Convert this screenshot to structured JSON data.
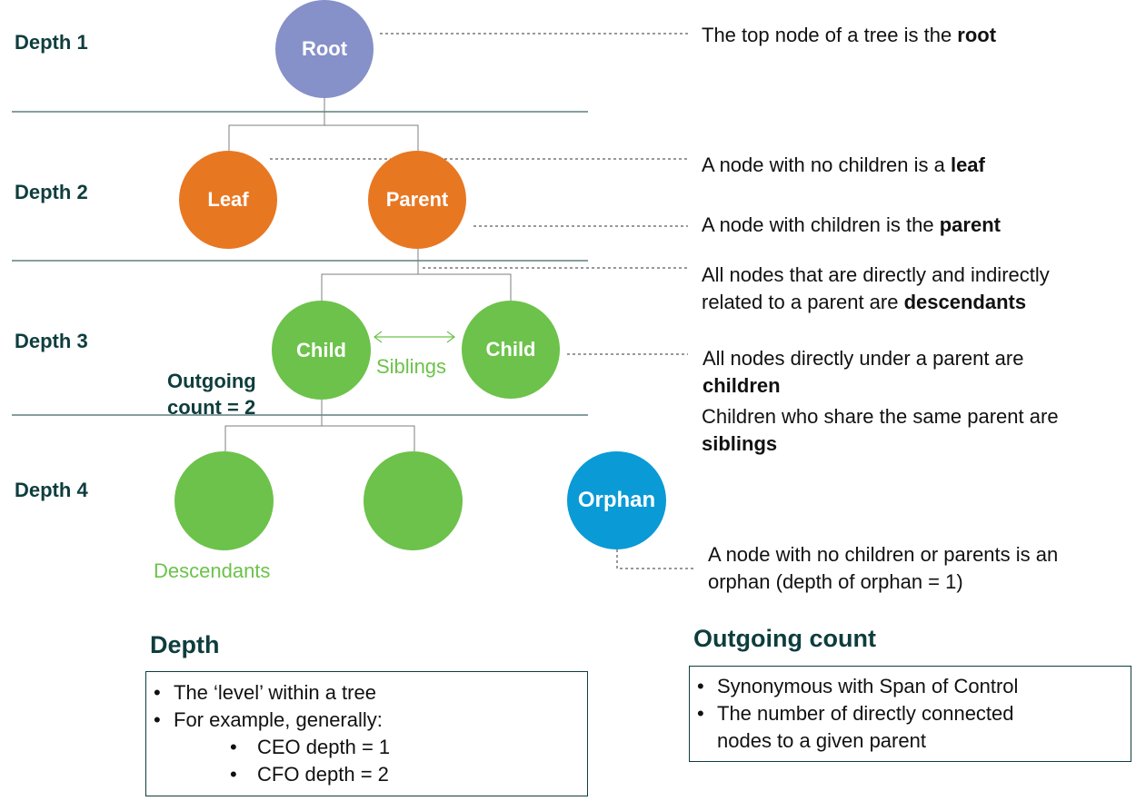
{
  "colors": {
    "root": "#8690c9",
    "orange": "#e87722",
    "green": "#6cc24a",
    "orphan": "#0a9ad6",
    "dark_teal": "#0f3d3e"
  },
  "depth_labels": [
    "Depth 1",
    "Depth 2",
    "Depth 3",
    "Depth 4"
  ],
  "nodes": {
    "root": "Root",
    "leaf": "Leaf",
    "parent": "Parent",
    "child_left": "Child",
    "child_right": "Child",
    "orphan": "Orphan"
  },
  "annotations": {
    "siblings": "Siblings",
    "outgoing_count_line1": "Outgoing",
    "outgoing_count_line2": "count = 2",
    "descendants": "Descendants"
  },
  "descriptions": {
    "root": {
      "text": "The top node of a tree is the ",
      "bold": "root"
    },
    "leaf": {
      "text": "A node with no children is a ",
      "bold": "leaf"
    },
    "parent": {
      "text": "A node with children is the ",
      "bold": "parent"
    },
    "descendants": {
      "line1": "All nodes that are directly and indirectly",
      "text": "related to a parent are ",
      "bold": "descendants"
    },
    "children": {
      "text": "All nodes directly under a parent are",
      "bold": "children"
    },
    "siblings": {
      "text": "Children who share the same parent are",
      "bold": "siblings"
    },
    "orphan": {
      "line1": "A node with no children or parents is an",
      "line2": "orphan (depth of orphan = 1)"
    }
  },
  "depth_section": {
    "title": "Depth",
    "bullets": [
      "The ‘level’ within a tree",
      "For example, generally:"
    ],
    "sub_bullets": [
      "CEO depth = 1",
      "CFO depth = 2"
    ]
  },
  "outgoing_section": {
    "title": "Outgoing count",
    "bullets": [
      "Synonymous with Span of Control",
      "The number of directly connected",
      "nodes to a given parent"
    ]
  }
}
